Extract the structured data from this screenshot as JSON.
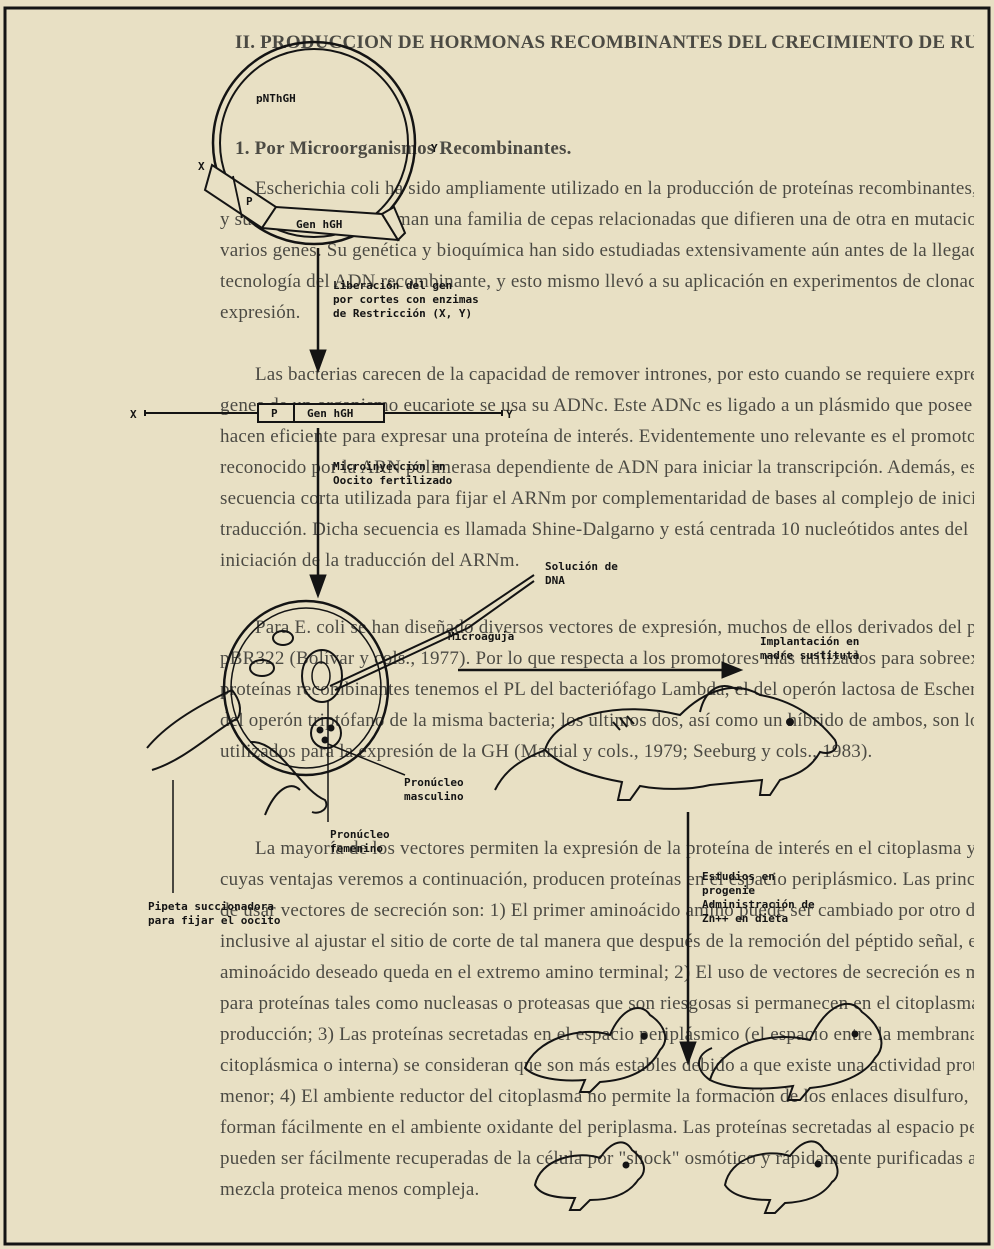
{
  "page": {
    "heading": "II.   PRODUCCION DE HORMONAS RECOMBINANTES DEL CRECIMIENTO DE RUMIANTES.",
    "subheading": "1. Por Microorganismos Recombinantes.",
    "paragraphs": [
      "Escherichia coli ha sido ampliamente utilizado en la producción de proteínas recombinantes, la cepa K12 y sus derivados conforman una familia de cepas relacionadas que difieren una de otra en mutaciones de uno o varios genes. Su genética y bioquímica han sido estudiadas extensivamente aún antes de la llegada de la tecnología del ADN recombinante, y esto mismo llevó a su aplicación en experimentos de clonación y de expresión.",
      "Las bacterias carecen de la capacidad de remover intrones, por esto cuando se requiere expresar en ellas genes de un organismo eucariote se usa su ADNc. Este ADNc es ligado a un plásmido que posee elementos que lo hacen eficiente para expresar una proteína de interés. Evidentemente uno relevante es el promotor, el cual es reconocido por la ARN polimerasa dependiente de ADN para iniciar la transcripción. Además, es necesaria una secuencia corta utilizada para fijar el ARNm por complementaridad de bases al complejo de iniciación de la traducción. Dicha secuencia es llamada Shine-Dalgarno y está centrada 10 nucleótidos antes del codón de iniciación de la traducción del ARNm.",
      "Para E. coli se han diseñado diversos vectores de expresión, muchos de ellos derivados del plásmido pBR322 (Bolívar y cols., 1977). Por lo que respecta a los promotores más utilizados para sobreexpresar proteínas recombinantes tenemos el PL del bacteriófago Lambda, el del operón lactosa de Escherichia coli y el del operón triptófano de la misma bacteria; los últimos dos, así como un híbrido de ambos, son los más utilizados para la expresión de la GH (Martial y cols., 1979; Seeburg y cols., 1983).",
      "La mayoría de los vectores permiten la expresión de la proteína de interés en el citoplasma y otros, cuyas ventajas veremos a continuación, producen proteínas en el espacio periplásmico. Las principales virtudes de usar vectores de secreción son: 1) El primer aminoácido amino puede ser cambiado por otro diferente o inclusive al ajustar el sitio de corte de tal manera que después de la remoción del péptido señal, el aminoácido deseado queda en el extremo amino terminal; 2) El uso de vectores de secreción es muy importante para proteínas tales como nucleasas o proteasas que son riesgosas si permanecen en el citoplasma después de su producción; 3) Las proteínas secretadas en el espacio periplásmico (el espacio entre la membrana externa y la citoplásmica o interna) se consideran que son más estables debido a que existe una actividad proteolítica menor; 4) El ambiente reductor del citoplasma no permite la formación de los enlaces disulfuro, los cuales se forman fácilmente en el ambiente oxidante del periplasma. Las proteínas secretadas al espacio periplásmico pueden ser fácilmente recuperadas de la célula por \"shock\" osmótico y rápidamente purificadas a partir de una mezcla proteica menos compleja."
    ]
  },
  "diagram": {
    "plasmid": {
      "name": "pNThGH",
      "site_x": "X",
      "site_y": "Y",
      "promoter": "P",
      "gene": "Gen hGH"
    },
    "step1": [
      "Liberación del gen",
      "por cortes con enzimas",
      "de Restricción (X, Y)"
    ],
    "fragment": {
      "left_site": "X",
      "right_site": "Y",
      "promoter": "P",
      "gene": "Gen hGH"
    },
    "step2": [
      "Microinyección en",
      "Oocito fertilizado"
    ],
    "dna_solution": [
      "Solución de",
      "DNA"
    ],
    "needle": "Microaguja",
    "male_pronucleus": [
      "Pronúcleo",
      "masculino"
    ],
    "female_pronucleus": [
      "Pronúcleo",
      "femenino"
    ],
    "pipette": [
      "Pipeta succionadora",
      "para fijar el oocito"
    ],
    "implantation": [
      "Implantación en",
      "madre sustituta"
    ],
    "studies": [
      "Estudios en",
      "progenie",
      "Administración de",
      "Zn++ en dieta"
    ]
  },
  "colors": {
    "page_bg": "#e8e0c4",
    "overlay_ink": "#141414",
    "frame": "#141414"
  }
}
